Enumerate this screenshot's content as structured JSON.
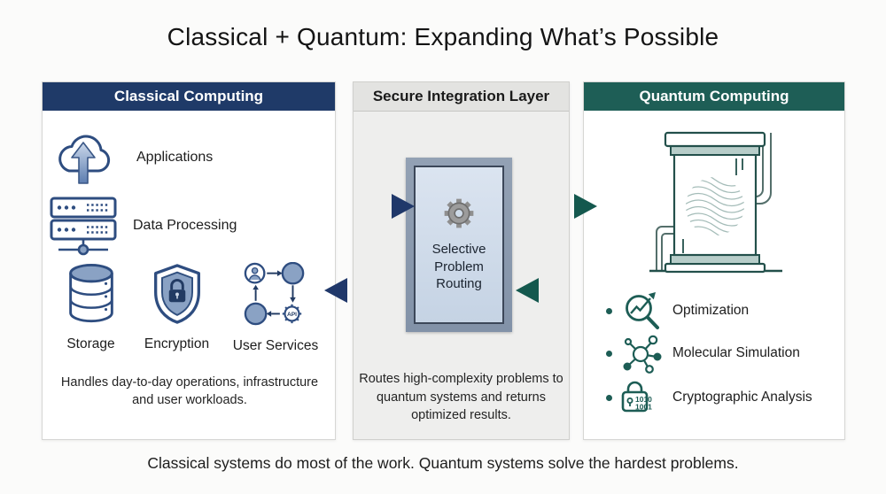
{
  "title": "Classical + Quantum: Expanding What’s Possible",
  "footer": "Classical systems do most of the work. Quantum systems solve the hardest problems.",
  "classical": {
    "header": "Classical Computing",
    "items": [
      {
        "label": "Applications",
        "icon": "cloud-upload-icon"
      },
      {
        "label": "Data Processing",
        "icon": "servers-icon"
      }
    ],
    "grid": [
      {
        "label": "Storage",
        "icon": "database-icon"
      },
      {
        "label": "Encryption",
        "icon": "shield-lock-icon"
      },
      {
        "label": "User Services",
        "icon": "api-flow-icon"
      }
    ],
    "caption": "Handles day-to-day operations, infrastructure and user workloads."
  },
  "integration": {
    "header": "Secure Integration Layer",
    "box_label": "Selective Problem Routing",
    "caption": "Routes high-complexity problems to quantum systems and returns optimized results."
  },
  "quantum": {
    "header": "Quantum Computing",
    "items": [
      {
        "label": "Optimization",
        "icon": "optimization-icon"
      },
      {
        "label": "Molecular Simulation",
        "icon": "molecule-icon"
      },
      {
        "label": "Cryptographic Analysis",
        "icon": "crypto-lock-icon"
      }
    ]
  },
  "icons": {
    "api_label": "API",
    "bits_line1": "1010",
    "bits_line2": "1001"
  },
  "colors": {
    "navy_header": "#1f3a68",
    "teal_header": "#1e5e56",
    "icon_navy": "#2e4d80",
    "icon_blue_fill": "#8aa2c4",
    "icon_teal": "#1d5d55",
    "integration_panel_bg": "#eeeeed",
    "routing_box_frame": "#8997ab",
    "routing_box_fill": "#cfdcea"
  }
}
